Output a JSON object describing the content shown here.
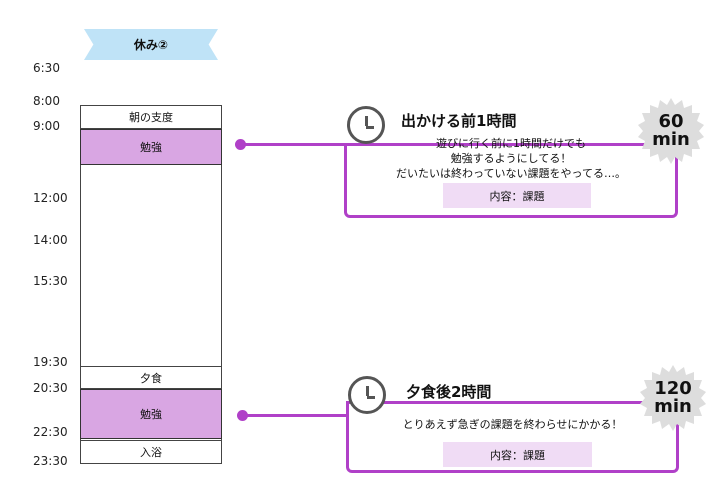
{
  "header": {
    "title": "休み②"
  },
  "timeline": {
    "times": [
      "6:30",
      "8:00",
      "9:00",
      "12:00",
      "14:00",
      "15:30",
      "19:30",
      "20:30",
      "22:30",
      "23:30"
    ],
    "blocks": [
      {
        "label": "朝の支度",
        "highlight": false
      },
      {
        "label": "勉強",
        "highlight": true
      },
      {
        "label": "夕食",
        "highlight": false
      },
      {
        "label": "勉強",
        "highlight": true
      },
      {
        "label": "入浴",
        "highlight": false
      }
    ]
  },
  "cards": [
    {
      "title": "出かける前1時間",
      "badge": [
        "60",
        "min"
      ],
      "lines": [
        "遊びに行く前に1時間だけでも",
        "勉強するようにしてる！",
        "だいたいは終わっていない課題をやってる…。"
      ],
      "chip": "内容：課題"
    },
    {
      "title": "夕食後2時間",
      "badge": [
        "120",
        "min"
      ],
      "lines": [
        "とりあえず急ぎの課題を終わらせにかかる！"
      ],
      "chip": "内容：課題"
    }
  ],
  "colors": {
    "accent": "#b040c8",
    "block_highlight": "#d9a6e3",
    "ribbon": "#bfe3f7",
    "chip": "#f0dcf5",
    "badge": "#dddddd"
  }
}
